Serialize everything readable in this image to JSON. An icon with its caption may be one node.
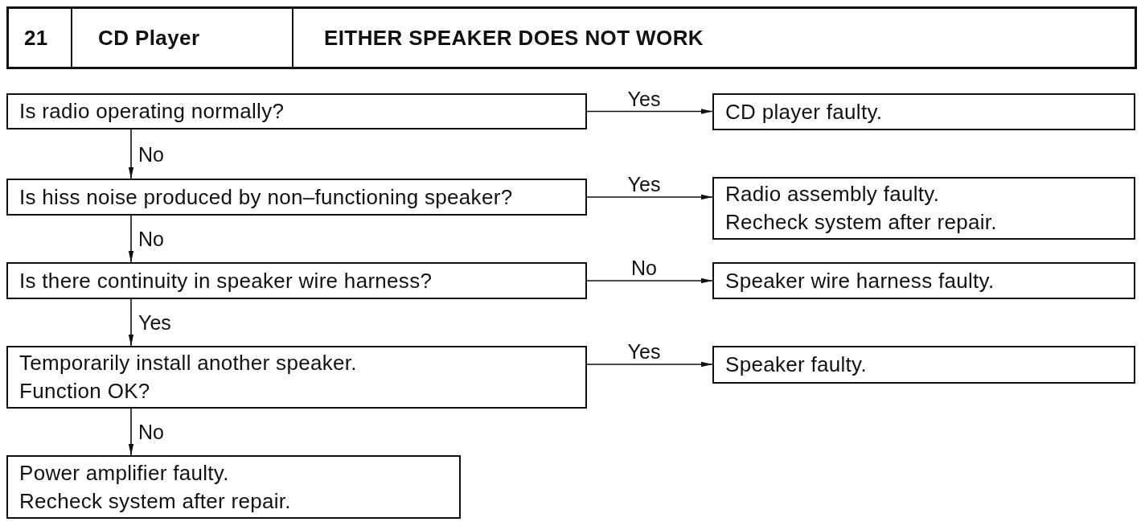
{
  "diagram": {
    "title": "EITHER SPEAKER DOES NOT WORK",
    "nodes": [
      {
        "text": [
          "Is radio operating normally?"
        ]
      },
      {
        "text": [
          "CD player faulty."
        ]
      },
      {
        "text": [
          "Is hiss noise produced by non–functioning speaker?"
        ]
      },
      {
        "text": [
          "Radio assembly faulty.",
          "Recheck system after repair."
        ]
      },
      {
        "text": [
          "Is there continuity in speaker wire harness?"
        ]
      },
      {
        "text": [
          "Speaker wire harness faulty."
        ]
      },
      {
        "text": [
          "Temporarily install another speaker.",
          "Function OK?"
        ]
      },
      {
        "text": [
          "Speaker faulty."
        ]
      },
      {
        "text": [
          "Power amplifier faulty.",
          "Recheck system after repair."
        ]
      }
    ],
    "edges": [
      {
        "from": 0,
        "to": 1,
        "arrow": "to",
        "label": "Yes"
      },
      {
        "from": 0,
        "to": 2,
        "arrow": "to",
        "label": "No"
      },
      {
        "from": 2,
        "to": 3,
        "arrow": "to",
        "label": "Yes"
      },
      {
        "from": 2,
        "to": 4,
        "arrow": "to",
        "label": "No"
      },
      {
        "from": 4,
        "to": 5,
        "arrow": "to",
        "label": "No"
      },
      {
        "from": 4,
        "to": 6,
        "arrow": "to",
        "label": "Yes"
      },
      {
        "from": 6,
        "to": 7,
        "arrow": "to",
        "label": "Yes"
      },
      {
        "from": 6,
        "to": 8,
        "arrow": "to",
        "label": "No"
      }
    ],
    "labels": [
      "21",
      "CD Player"
    ]
  }
}
